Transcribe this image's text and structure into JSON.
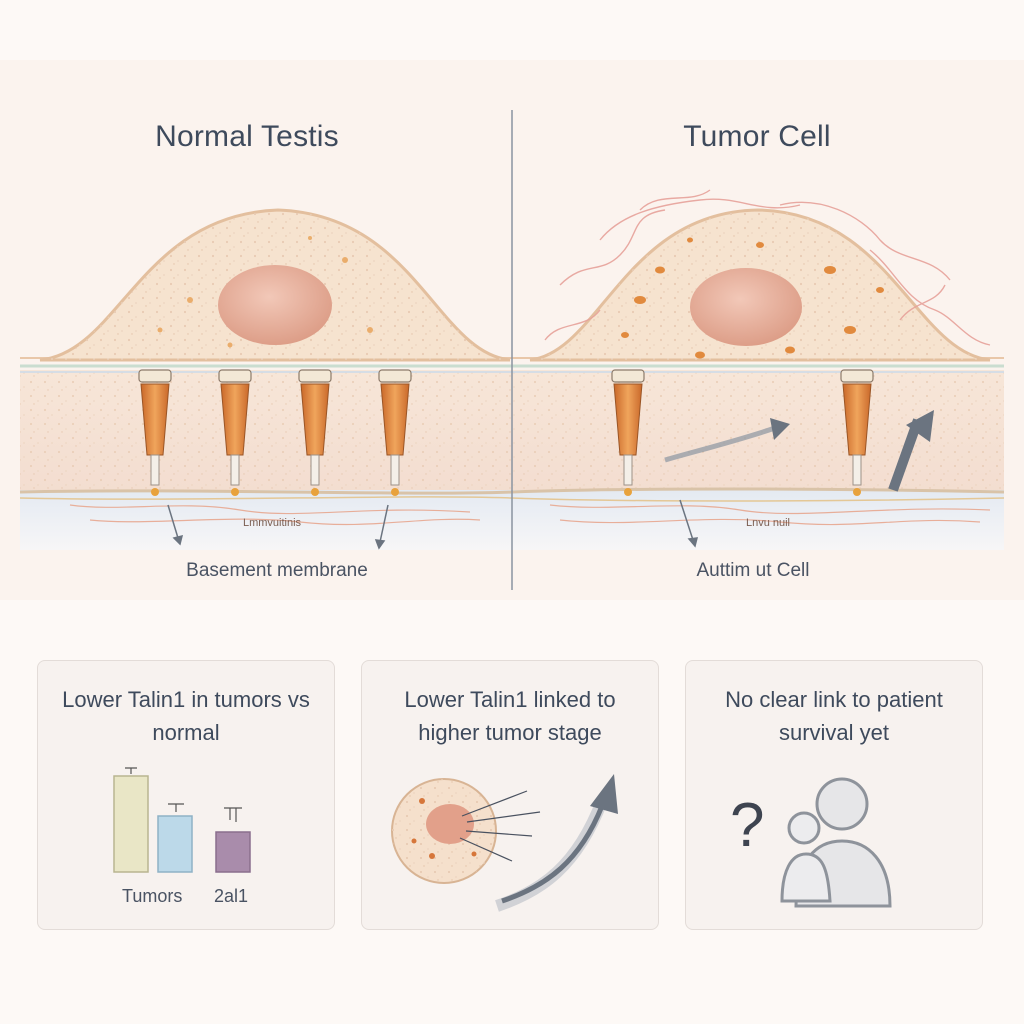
{
  "panels": {
    "left_title": "Normal Testis",
    "right_title": "Tumor Cell",
    "left_membrane_label": "Basement membrane",
    "right_membrane_label": "Auttim ut Cell",
    "left_small_label": "Lmmvuitinis",
    "right_small_label": "Lnvu nuil"
  },
  "cards": [
    {
      "title": "Lower Talin1 in tumors vs normal",
      "bars": {
        "labels": [
          "Tumors",
          "2al1"
        ]
      }
    },
    {
      "title": "Lower Talin1 linked to higher tumor stage"
    },
    {
      "title": "No clear link to patient survival yet",
      "icon": "question-mark-icon"
    }
  ],
  "colors": {
    "cytoplasm": "#f6e3cf",
    "nucleus": "#e7a894",
    "talin_column": "#e08a3a",
    "arrow": "#6b7480",
    "bar_1": "#e9e6c6",
    "bar_2": "#bcd9e9",
    "bar_3": "#a98cab"
  }
}
